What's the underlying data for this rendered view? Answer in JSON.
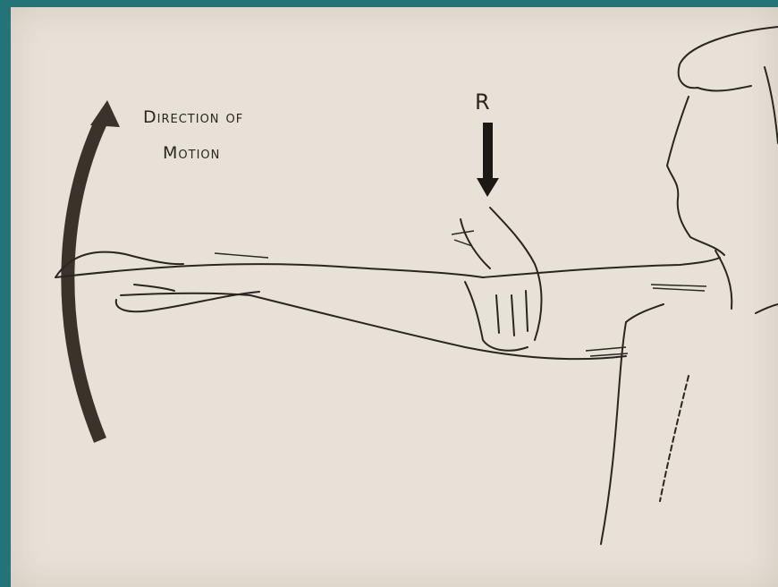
{
  "labels": {
    "direction_line1": "Direction of",
    "direction_line2": "Motion",
    "resistance": "R"
  },
  "colors": {
    "frame": "#227476",
    "paper": "#e7e1d8",
    "ink": "#2b2520"
  }
}
